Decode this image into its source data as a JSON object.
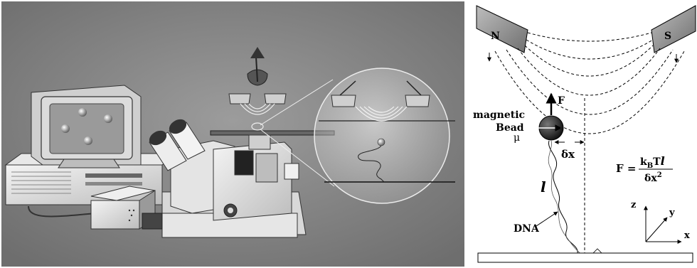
{
  "labels": {
    "north_pole": "N",
    "south_pole": "S",
    "force": "F",
    "magnetic": "magnetic",
    "bead": "Bead",
    "mu": "μ",
    "delta_x": "δx",
    "length": "l",
    "dna": "DNA",
    "formula_lhs": "F =",
    "formula_num": "k",
    "formula_sub": "B",
    "formula_num2": "T",
    "formula_l": "l",
    "formula_den": "δx",
    "formula_exp": "2",
    "axis_z": "z",
    "axis_y": "y",
    "axis_x": "x"
  }
}
